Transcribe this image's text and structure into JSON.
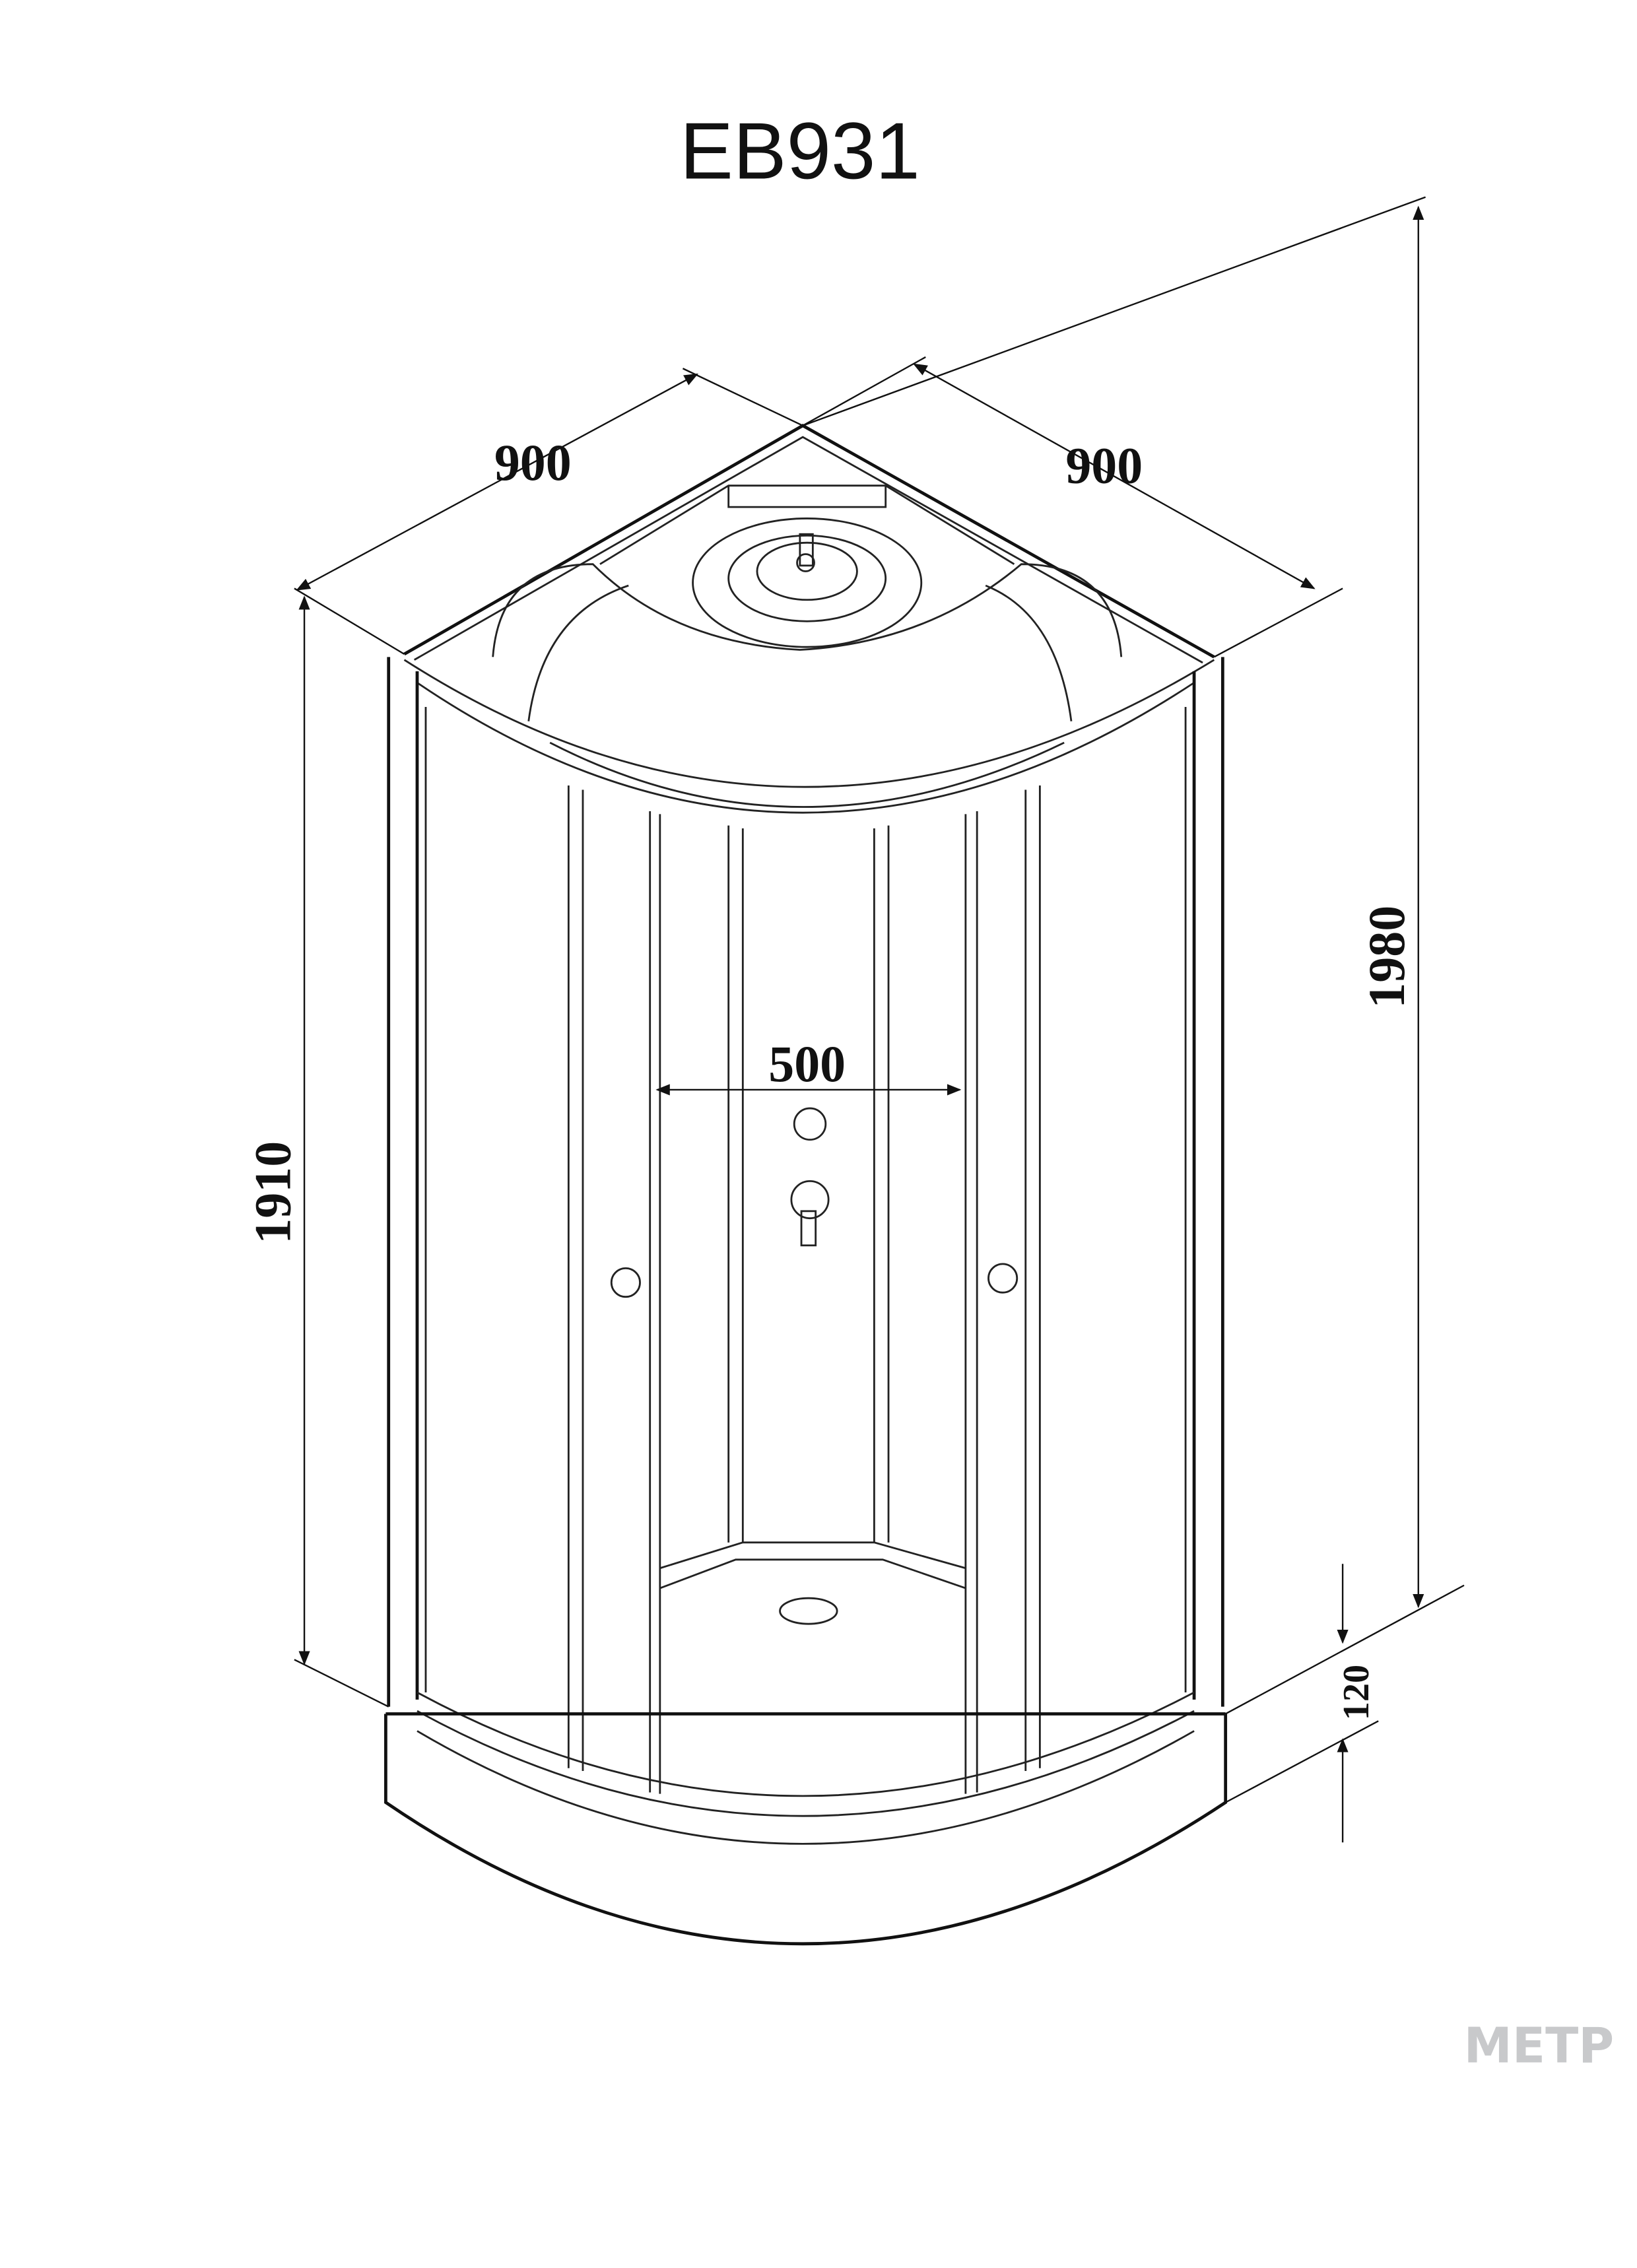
{
  "title": "EB931",
  "dimensions": {
    "width_left": "900",
    "width_right": "900",
    "door_opening": "500",
    "height_glass": "1910",
    "height_total": "1980",
    "tray_height": "120"
  },
  "logo": "METP",
  "colors": {
    "line": "#222222",
    "logo": "#c8c9cb"
  }
}
